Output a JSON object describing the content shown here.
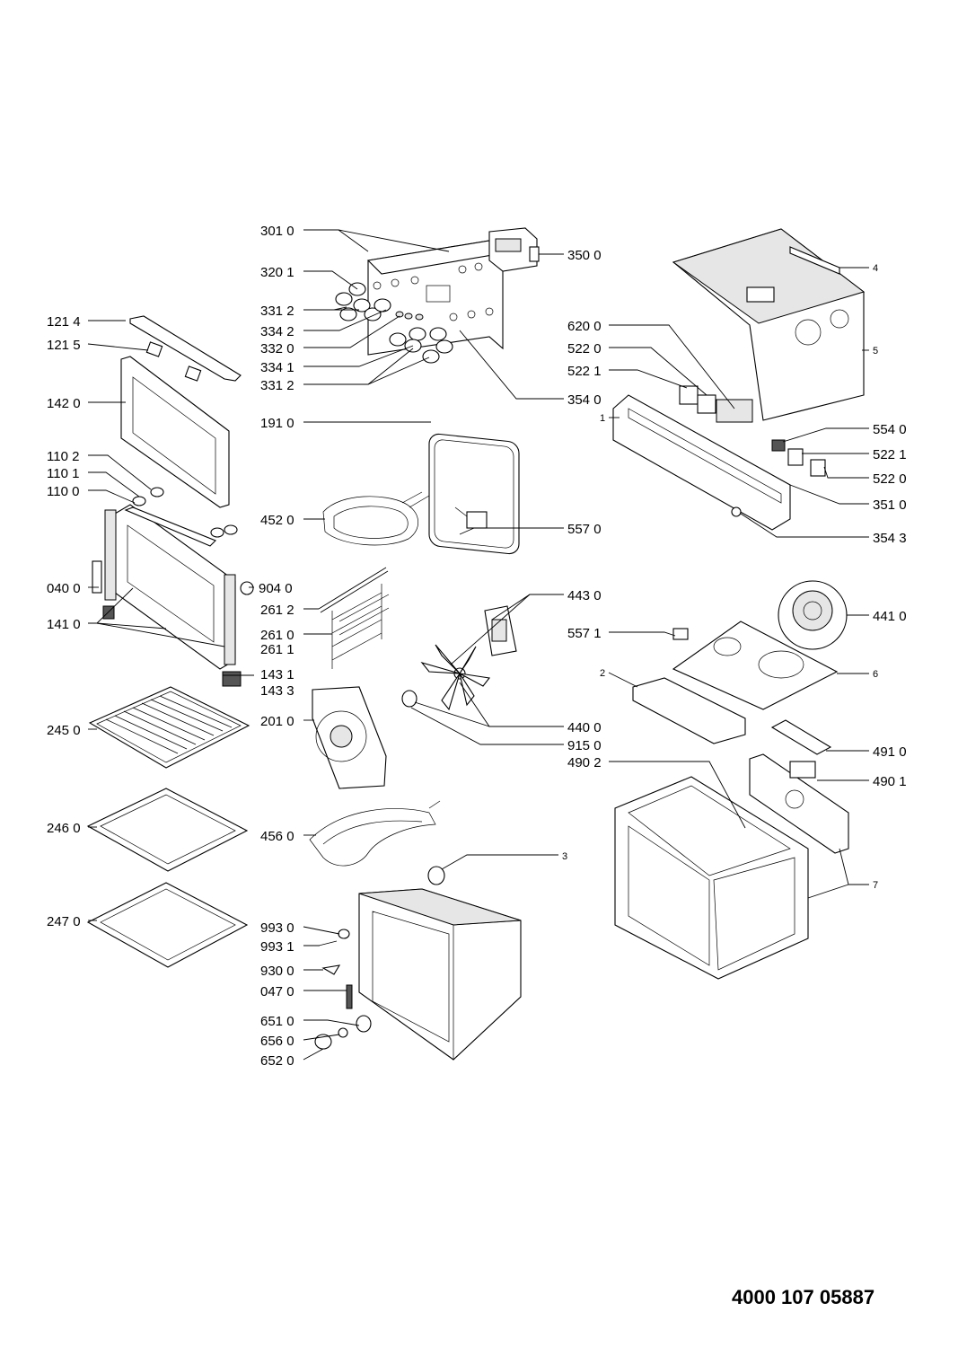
{
  "document_number": "4000 107 05887",
  "labels": {
    "l3010": "301 0",
    "l3201": "320 1",
    "l3312a": "331 2",
    "l3342": "334 2",
    "l3320": "332 0",
    "l3341": "334 1",
    "l3312b": "331 2",
    "l3540": "354 0",
    "l3500": "350 0",
    "l1214": "121 4",
    "l1215": "121 5",
    "l1420": "142 0",
    "l1102": "110 2",
    "l1101": "110 1",
    "l1100": "110 0",
    "l0400": "040 0",
    "l1410": "141 0",
    "l1431": "143 1",
    "l1433": "143 3",
    "l2450": "245 0",
    "l2460": "246 0",
    "l2470": "247 0",
    "l1910": "191 0",
    "l4520": "452 0",
    "l5570": "557 0",
    "l9040": "904 0",
    "l2612": "261 2",
    "l2610": "261 0",
    "l2611": "261 1",
    "l2010": "201 0",
    "l4430": "443 0",
    "l4400": "440 0",
    "l9150": "915 0",
    "l4560": "456 0",
    "l3": "3",
    "l9930": "993 0",
    "l9931": "993 1",
    "l9300": "930 0",
    "l0470": "047 0",
    "l6510": "651 0",
    "l6560": "656 0",
    "l6520": "652 0",
    "l4": "4",
    "l5": "5",
    "l6200": "620 0",
    "l5220a": "522 0",
    "l5221a": "522 1",
    "l1": "1",
    "l5540": "554 0",
    "l5221b": "522 1",
    "l5220b": "522 0",
    "l3510": "351 0",
    "l3543": "354 3",
    "l4410": "441 0",
    "l5571": "557 1",
    "l2": "2",
    "l6": "6",
    "l4910": "491 0",
    "l4902": "490 2",
    "l4901": "490 1",
    "l7": "7"
  }
}
